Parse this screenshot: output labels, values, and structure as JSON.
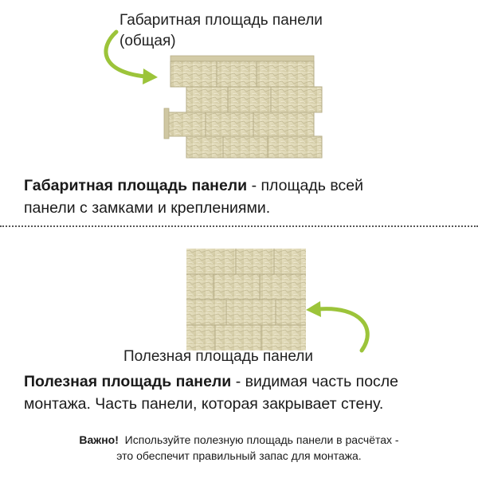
{
  "top": {
    "caption_line1": "Габаритная площадь панели",
    "caption_line2": "(общая)",
    "para_bold": "Габаритная площадь панели",
    "para_rest": " - площадь всей",
    "para_line2": "панели с замками и креплениями."
  },
  "bottom": {
    "caption": "Полезная площадь панели",
    "para_bold": "Полезная площадь панели",
    "para_rest": " - видимая часть после",
    "para_line2": "монтажа. Часть панели, которая закрывает стену."
  },
  "note": {
    "label": "Важно!",
    "line1": "Используйте полезную площадь панели в расчётах -",
    "line2": "это обеспечит правильный запас для монтажа."
  },
  "colors": {
    "arrow": "#9cc43a",
    "stone_base": "#ddd6b4",
    "stone_light": "#e9e3c6",
    "stone_dark": "#b9b08a",
    "grout": "#c9c09c"
  },
  "icons": {
    "arrow_top": "curved-arrow-right-icon",
    "arrow_bottom": "curved-arrow-left-icon"
  }
}
